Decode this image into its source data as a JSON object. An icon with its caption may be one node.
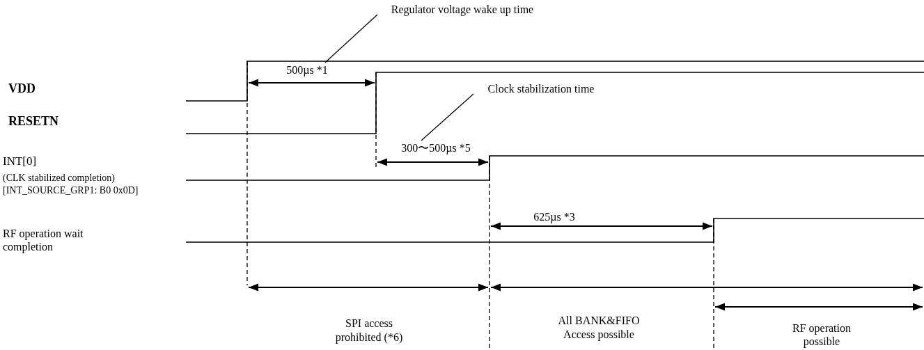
{
  "diagram": {
    "nodes": [
      {
        "text": [
          "Regulator voltage wake up time"
        ]
      },
      {
        "text": [
          "500µs *1"
        ]
      },
      {
        "text": [
          "Clock stabilization time"
        ]
      },
      {
        "text": [
          "300〜500µs *5"
        ]
      }
    ],
    "edges": [
      {
        "from": 0,
        "to": 1,
        "arrow": "none"
      },
      {
        "from": 2,
        "to": 3,
        "arrow": "none"
      }
    ],
    "labels": [
      "VDD",
      "RESETN",
      "INT[0]",
      "(CLK stabilized completion)",
      "[INT_SOURCE_GRP1: B0 0x0D]",
      "RF operation wait completion",
      "625µs *3",
      "SPI access prohibited (*6)",
      "All BANK&FIFO Access possible",
      "RF operation possible"
    ]
  }
}
